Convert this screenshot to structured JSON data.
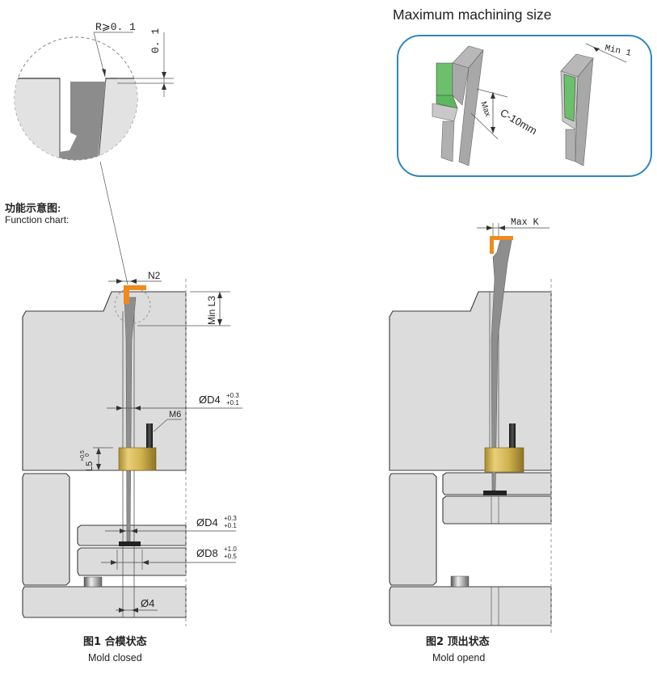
{
  "detail_view": {
    "radius_label": "R⩾0. 1",
    "gap_label": "0. 1"
  },
  "machining_panel": {
    "title": "Maximum machining size",
    "max_label": "Max",
    "depth_label": "C-10mm",
    "min_wall_label": "Min 1",
    "border_color": "#2e86c1",
    "highlight_color": "#5cb85c"
  },
  "function_chart": {
    "title_cn": "功能示意图:",
    "title_en": "Function chart:"
  },
  "figure1": {
    "caption_cn": "图1 合模状态",
    "caption_en": "Mold closed",
    "labels": {
      "n2": "N2",
      "min_l3": "Min L3",
      "d4_top": "ØD4",
      "d4_top_tol_upper": "+0.3",
      "d4_top_tol_lower": "+0.1",
      "m6": "M6",
      "l5": "L5",
      "l5_tol_upper": "+0.5",
      "l5_tol_lower": "0",
      "d4_bottom": "ØD4",
      "d4_bottom_tol_upper": "+0.3",
      "d4_bottom_tol_lower": "+0.1",
      "d8": "ØD8",
      "d8_tol_upper": "+1.0",
      "d8_tol_lower": "+0.5",
      "dia4": "Ø4"
    }
  },
  "figure2": {
    "caption_cn": "图2 顶出状态",
    "caption_en": "Mold opend",
    "labels": {
      "max_k": "Max K"
    }
  },
  "colors": {
    "insert_orange": "#f08a1c",
    "brass": "#c9a84a",
    "plate_gray": "#dcdcdc",
    "pin_gray": "#8e8e8e"
  }
}
